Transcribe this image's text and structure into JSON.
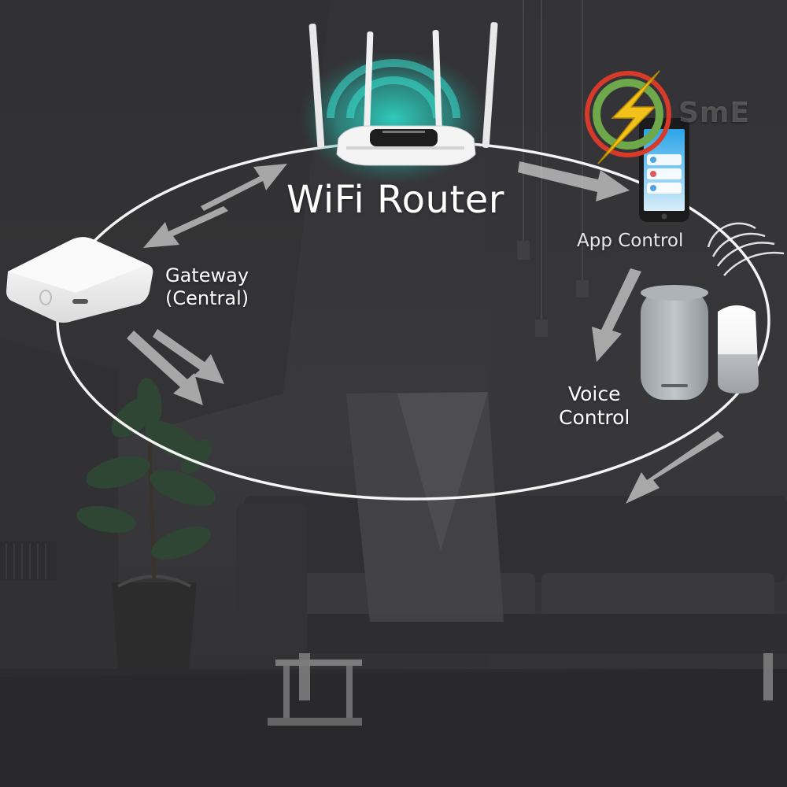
{
  "labels": {
    "router": "WiFi Router",
    "gateway_line1": "Gateway",
    "gateway_line2": "(Central)",
    "app_control": "App Control",
    "voice_line1": "Voice",
    "voice_line2": "Control"
  },
  "logo": {
    "text": "SmE"
  },
  "colors": {
    "background": "#3a3a3c",
    "ring": "#ffffff",
    "wifi_glow": "#2fd3c2",
    "logo_green": "#6ea84a",
    "logo_red": "#d83a2a",
    "logo_bolt": "#f2c21b"
  },
  "icons": [
    "wifi-router",
    "gateway-hub",
    "smartphone",
    "wifi-signal-icon",
    "smart-speaker",
    "home-speaker",
    "lightning-bolt-icon"
  ]
}
